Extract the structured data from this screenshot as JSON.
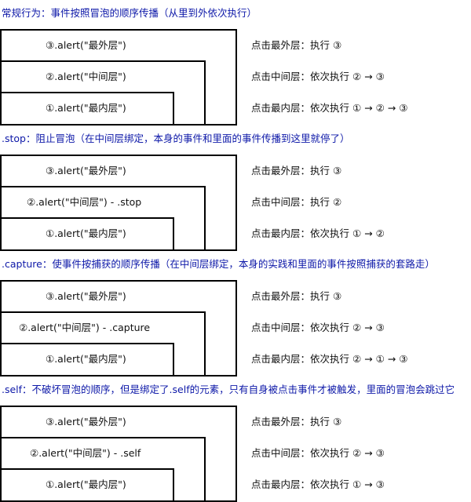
{
  "sections": [
    {
      "title": "常规行为：事件按照冒泡的顺序传播（从里到外依次执行）",
      "outer_code": "③.alert(\"最外层\")",
      "middle_code": "②.alert(\"中间层\")",
      "inner_code": "①.alert(\"最内层\")",
      "outer_desc": "点击最外层：执行 ③",
      "middle_desc": "点击中间层：依次执行 ② → ③",
      "inner_desc": "点击最内层：依次执行 ① → ② → ③"
    },
    {
      "title": ".stop：阻止冒泡（在中间层绑定，本身的事件和里面的事件传播到这里就停了）",
      "outer_code": "③.alert(\"最外层\")",
      "middle_code": "②.alert(\"中间层\") - .stop",
      "inner_code": "①.alert(\"最内层\")",
      "outer_desc": "点击最外层：执行 ③",
      "middle_desc": "点击中间层：执行 ②",
      "inner_desc": "点击最内层：依次执行 ① → ②"
    },
    {
      "title": ".capture：使事件按捕获的顺序传播（在中间层绑定，本身的实践和里面的事件按照捕获的套路走）",
      "outer_code": "③.alert(\"最外层\")",
      "middle_code": "②.alert(\"中间层\") - .capture",
      "inner_code": "①.alert(\"最内层\")",
      "outer_desc": "点击最外层：执行 ③",
      "middle_desc": "点击中间层：依次执行 ② → ③",
      "inner_desc": "点击最内层：依次执行 ② → ① → ③"
    },
    {
      "title": ".self：不破坏冒泡的顺序，但是绑定了.self的元素，只有自身被点击事件才被触发，里面的冒泡会跳过它",
      "outer_code": "③.alert(\"最外层\")",
      "middle_code": "②.alert(\"中间层\") - .self",
      "inner_code": "①.alert(\"最内层\")",
      "outer_desc": "点击最外层：执行 ③",
      "middle_desc": "点击中间层：依次执行 ② → ③",
      "inner_desc": "点击最内层：依次执行 ① → ③"
    }
  ]
}
